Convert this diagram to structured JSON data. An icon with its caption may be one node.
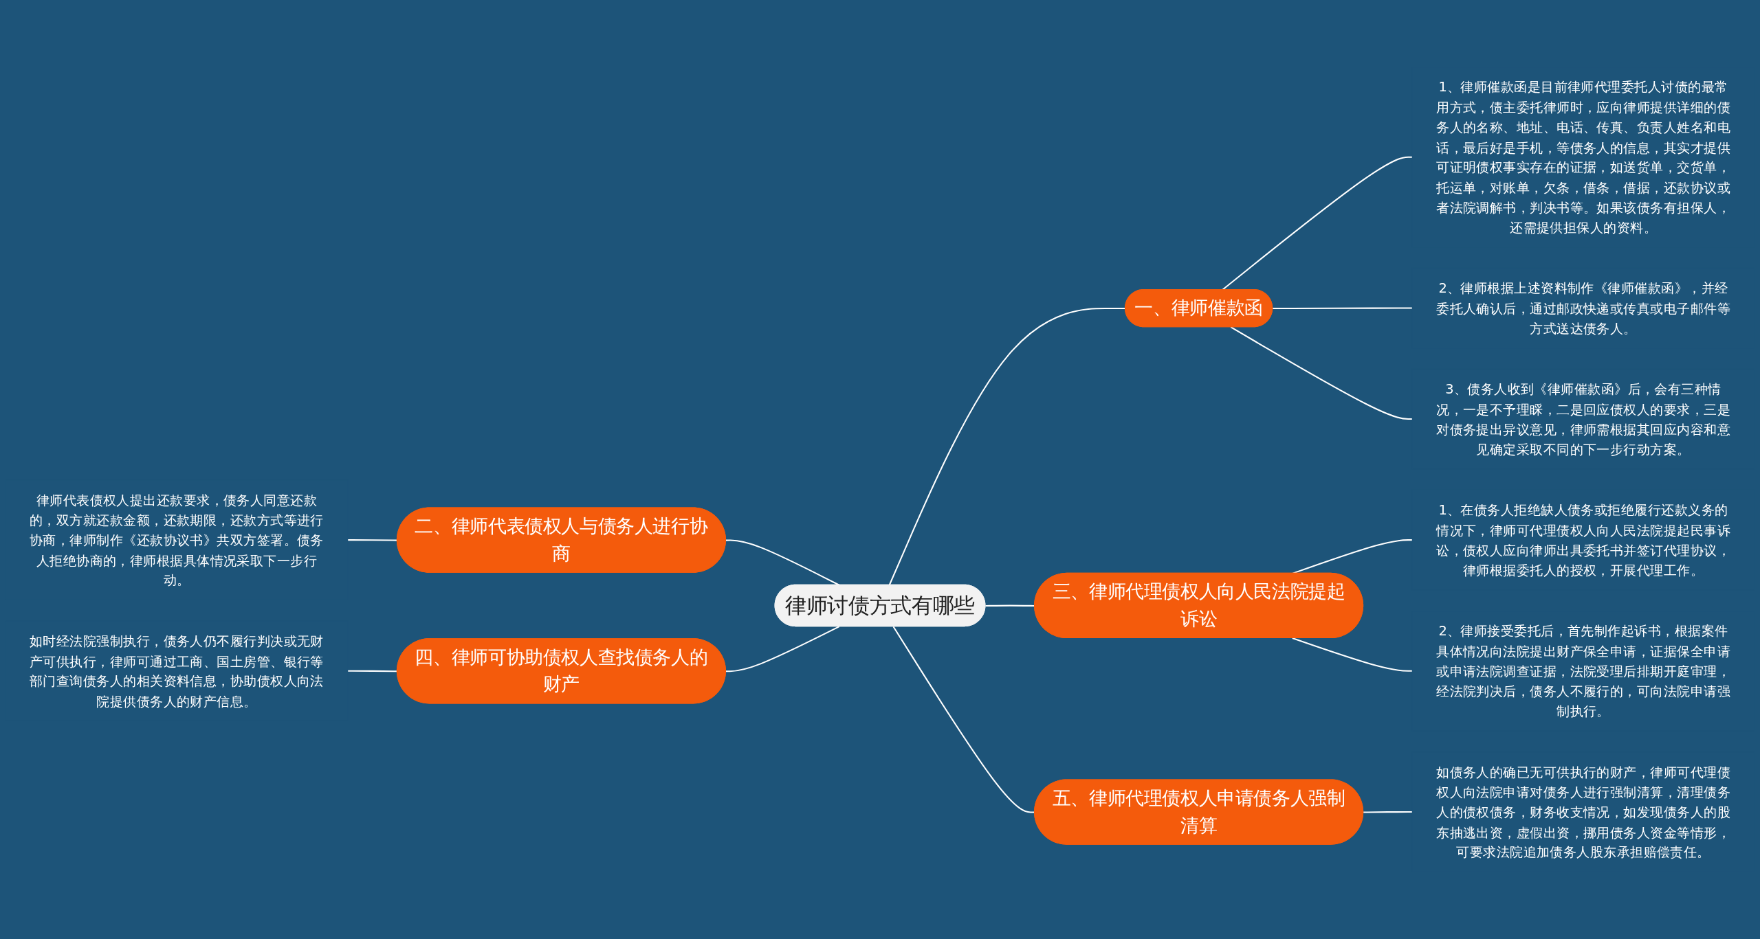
{
  "diagram": {
    "nodes": [
      {
        "text": [
          "律师讨债方式有哪些"
        ]
      },
      {
        "text": [
          "一、律师催款函"
        ]
      },
      {
        "text": [
          "1、律师催款函是目前律师代理委托人讨债的最常用方式，债主委托律师时，应向律师提供详细的债务人的名称、地址、电话、传真、负责人姓名和电话，最后好是手机，等债务人的信息，其实才提供可证明债权事实存在的证据，如送货单，交货单，托运单，对账单，欠条，借条，借据，还款协议或者法院调解书，判决书等。如果该债务有担保人，还需提供担保人的资料。"
        ]
      },
      {
        "text": [
          "2、律师根据上述资料制作《律师催款函》，并经委托人确认后，通过邮政快递或传真或电子邮件等方式送达债务人。"
        ]
      },
      {
        "text": [
          "3、债务人收到《律师催款函》后，会有三种情况，一是不予理睬，二是回应债权人的要求，三是对债务提出异议意见，律师需根据其回应内容和意见确定采取不同的下一步行动方案。"
        ]
      },
      {
        "text": [
          "二、律师代表债权人与债务人进行协商"
        ]
      },
      {
        "text": [
          "律师代表债权人提出还款要求，债务人同意还款的，双方就还款金额，还款期限，还款方式等进行协商，律师制作《还款协议书》共双方签署。债务人拒绝协商的，律师根据具体情况采取下一步行动。"
        ]
      },
      {
        "text": [
          "三、律师代理债权人向人民法院提起诉讼"
        ]
      },
      {
        "text": [
          "1、在债务人拒绝缺人债务或拒绝履行还款义务的情况下，律师可代理债权人向人民法院提起民事诉讼，债权人应向律师出具委托书并签订代理协议，律师根据委托人的授权，开展代理工作。"
        ]
      },
      {
        "text": [
          "2、律师接受委托后，首先制作起诉书，根据案件具体情况向法院提出财产保全申请，证据保全申请或申请法院调查证据，法院受理后排期开庭审理，经法院判决后，债务人不履行的，可向法院申请强制执行。"
        ]
      },
      {
        "text": [
          "四、律师可协助债权人查找债务人的财产"
        ]
      },
      {
        "text": [
          "如时经法院强制执行，债务人仍不履行判决或无财产可供执行，律师可通过工商、国土房管、银行等部门查询债务人的相关资料信息，协助债权人向法院提供债务人的财产信息。"
        ]
      },
      {
        "text": [
          "五、律师代理债权人申请债务人强制清算"
        ]
      },
      {
        "text": [
          "如债务人的确已无可供执行的财产，律师可代理债权人向法院申请对债务人进行强制清算，清理债务人的债权债务，财务收支情况，如发现债务人的股东抽逃出资，虚假出资，挪用债务人资金等情形，可要求法院追加债务人股东承担赔偿责任。"
        ]
      }
    ],
    "edges": [
      {
        "from": 0,
        "to": 1,
        "arrow": "none"
      },
      {
        "from": 1,
        "to": 2,
        "arrow": "none"
      },
      {
        "from": 1,
        "to": 3,
        "arrow": "none"
      },
      {
        "from": 1,
        "to": 4,
        "arrow": "none"
      },
      {
        "from": 0,
        "to": 5,
        "arrow": "none"
      },
      {
        "from": 5,
        "to": 6,
        "arrow": "none"
      },
      {
        "from": 0,
        "to": 7,
        "arrow": "none"
      },
      {
        "from": 7,
        "to": 8,
        "arrow": "none"
      },
      {
        "from": 7,
        "to": 9,
        "arrow": "none"
      },
      {
        "from": 0,
        "to": 10,
        "arrow": "none"
      },
      {
        "from": 10,
        "to": 11,
        "arrow": "none"
      },
      {
        "from": 0,
        "to": 12,
        "arrow": "none"
      },
      {
        "from": 12,
        "to": 13,
        "arrow": "none"
      }
    ]
  }
}
